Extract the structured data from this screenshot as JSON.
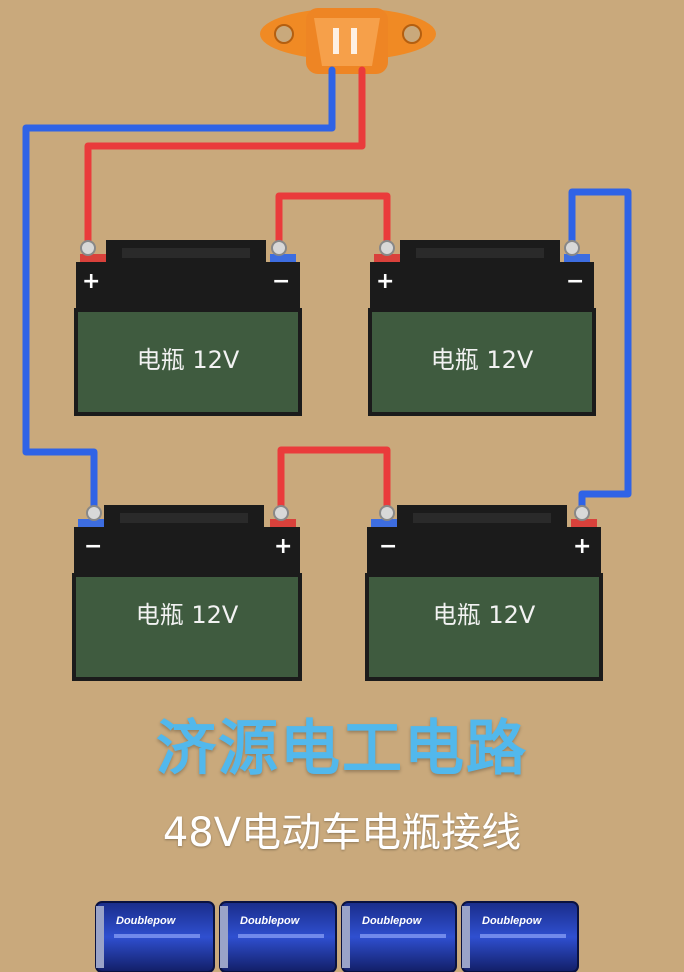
{
  "title": "济源电工电路",
  "subtitle": "48V电动车电瓶接线",
  "battery_label": "电瓶 12V",
  "positive_symbol": "+",
  "negative_symbol": "−",
  "cell_brand": "Doublepow",
  "colors": {
    "background": "#c9a97c",
    "positive_wire": "#ea3b3b",
    "negative_wire": "#2f63e6",
    "battery_top": "#1b1b1b",
    "battery_body": "#3f5b3f",
    "title": "#52b8ec",
    "connector": "#f08a24"
  }
}
